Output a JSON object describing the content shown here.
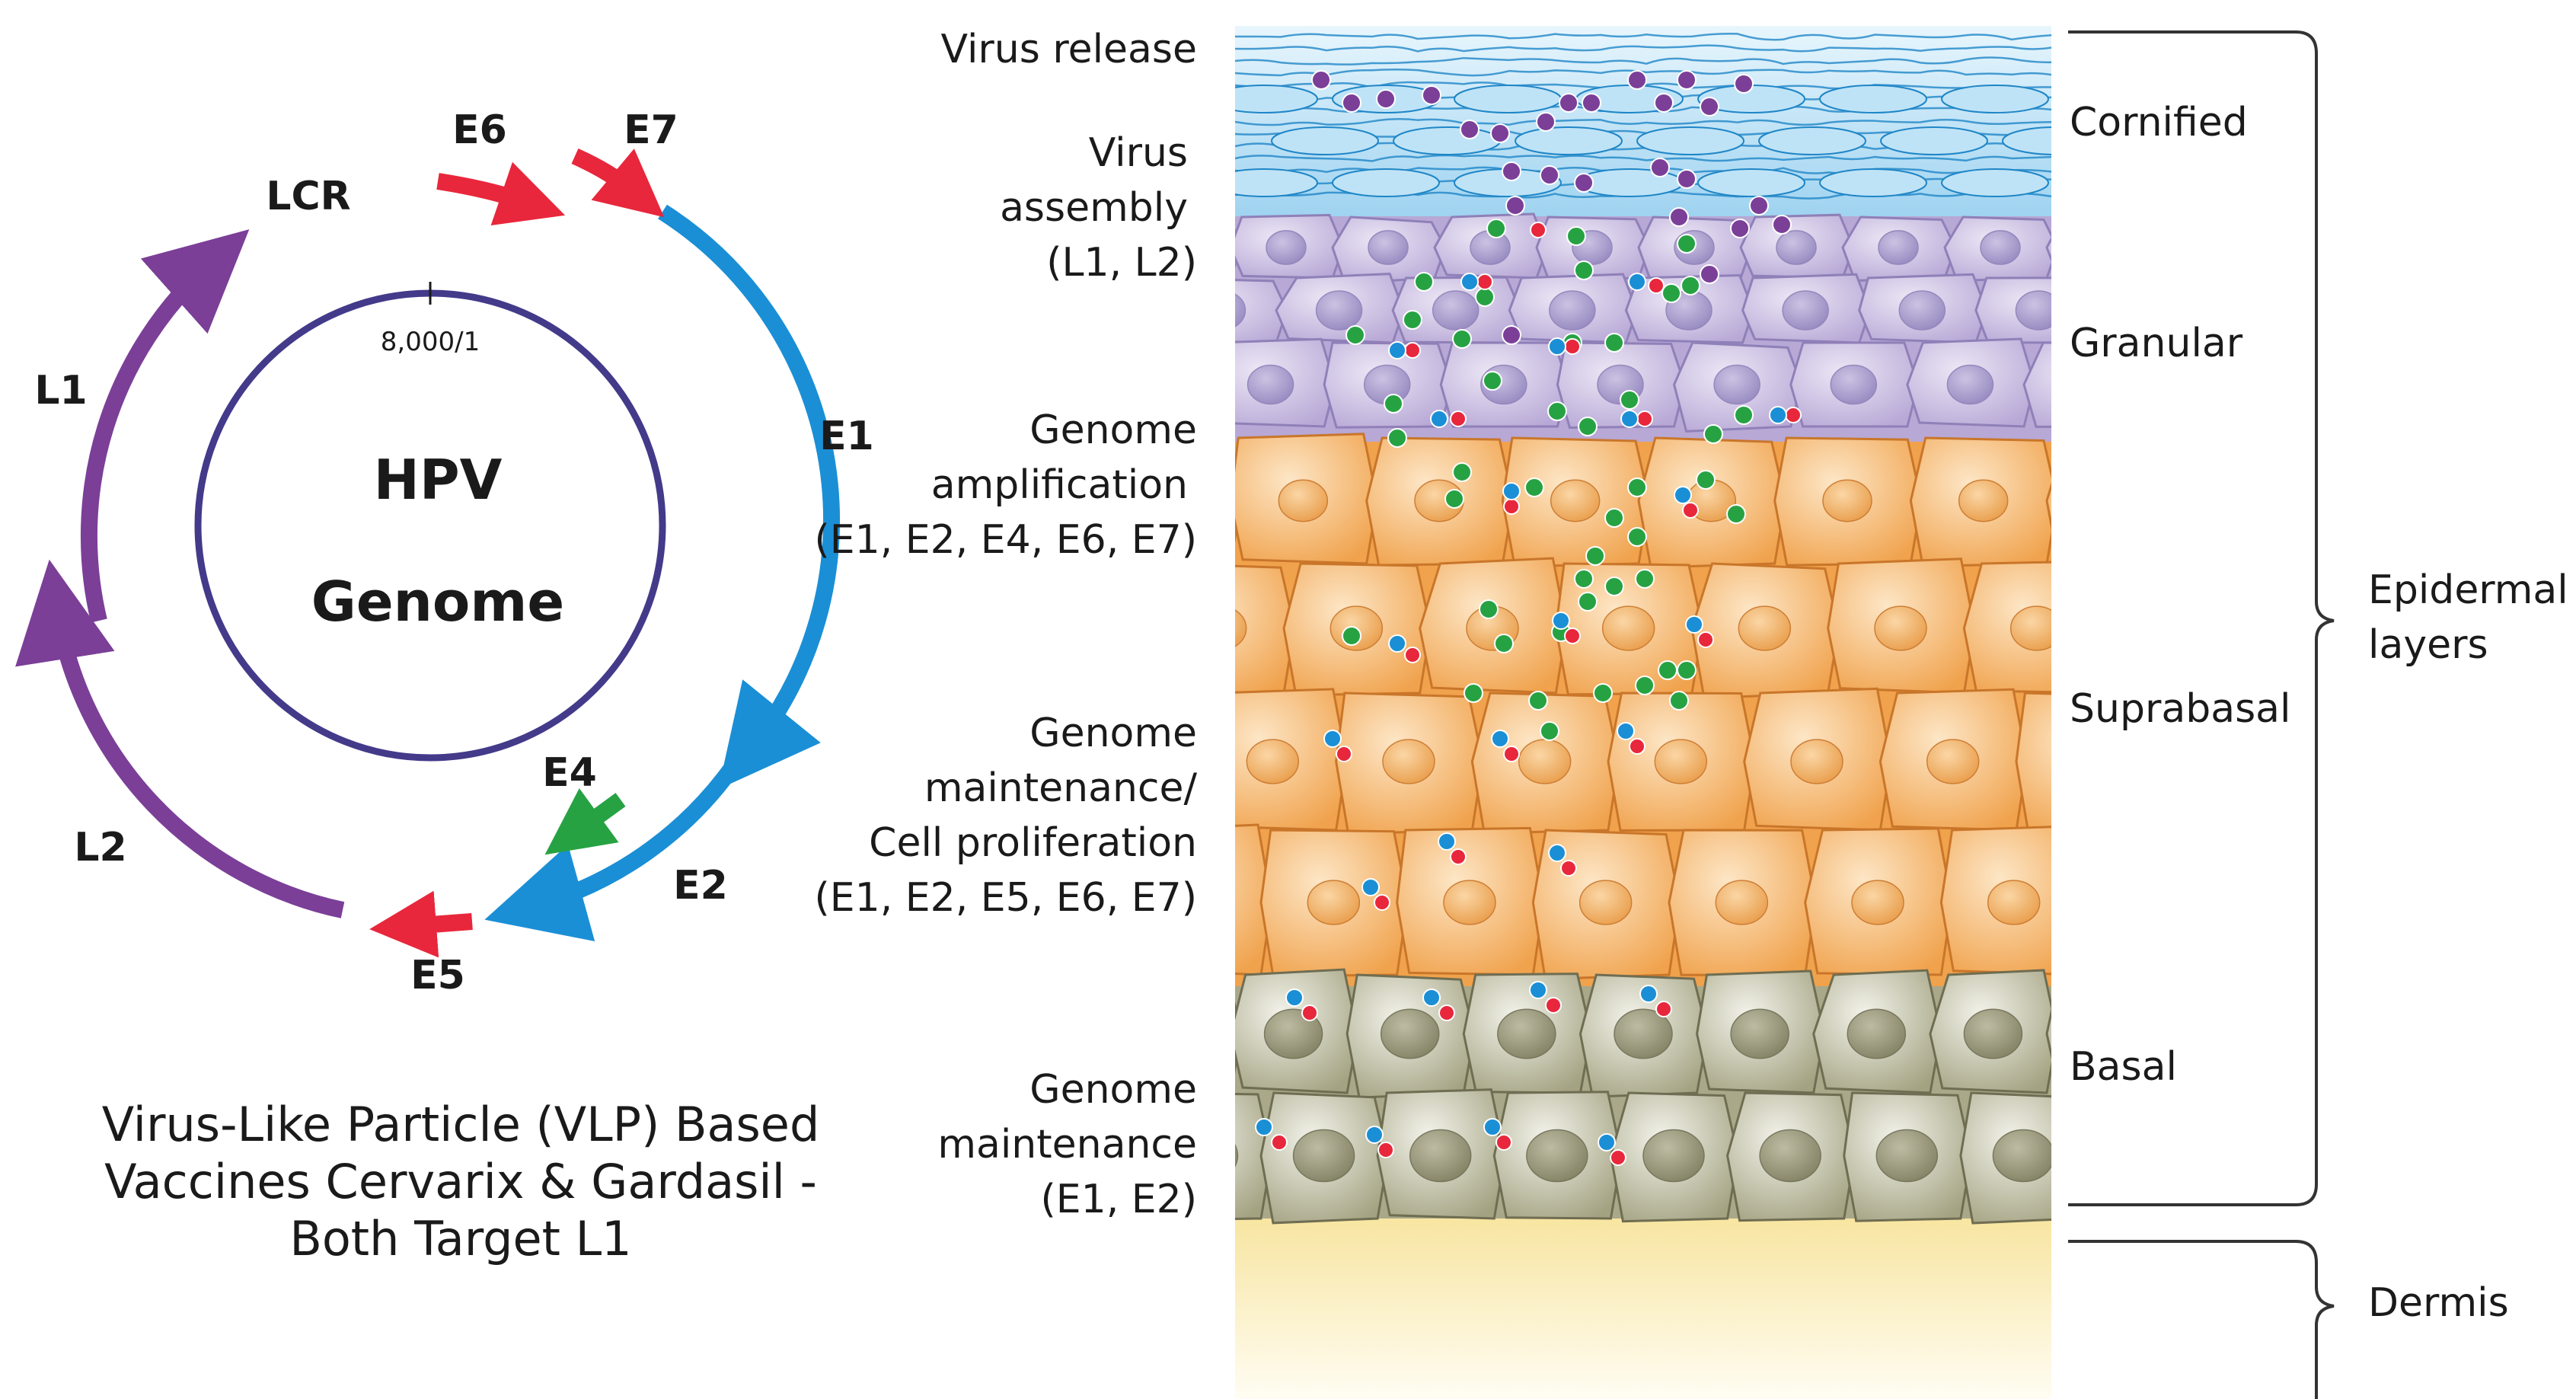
{
  "genome": {
    "title_line1": "HPV",
    "title_line2": "Genome",
    "origin_label": "8,000/1",
    "genes": {
      "lcr": "LCR",
      "e6": "E6",
      "e7": "E7",
      "e1": "E1",
      "e2": "E2",
      "e4": "E4",
      "e5": "E5",
      "l1": "L1",
      "l2": "L2"
    }
  },
  "caption": {
    "line1": "Virus-Like Particle (VLP) Based",
    "line2": "Vaccines Cervarix & Gardasil -",
    "line3": "Both Target L1"
  },
  "stages": {
    "release": "Virus release",
    "assembly_1": "Virus",
    "assembly_2": "assembly",
    "assembly_3": "(L1, L2)",
    "amp_1": "Genome",
    "amp_2": "amplification",
    "amp_3": "(E1, E2, E4, E6, E7)",
    "prolif_1": "Genome",
    "prolif_2": "maintenance/",
    "prolif_3": "Cell proliferation",
    "prolif_4": "(E1, E2, E5, E6, E7)",
    "maint_1": "Genome",
    "maint_2": "maintenance",
    "maint_3": "(E1, E2)"
  },
  "layers": {
    "cornified": "Cornified",
    "granular": "Granular",
    "suprabasal": "Suprabasal",
    "basal": "Basal",
    "epidermal_1": "Epidermal",
    "epidermal_2": "layers",
    "dermis": "Dermis"
  },
  "colors": {
    "early_genes": "#1a8fd6",
    "late_genes": "#7b3f98",
    "oncogenes": "#e8273c",
    "e4": "#27a243",
    "genome_ring": "#433a8a",
    "cornified": "#a8d8f2",
    "granular": "#c8bde0",
    "suprabasal": "#f3b36b",
    "basal": "#a9a98a",
    "dermis": "#fbeeb5"
  }
}
